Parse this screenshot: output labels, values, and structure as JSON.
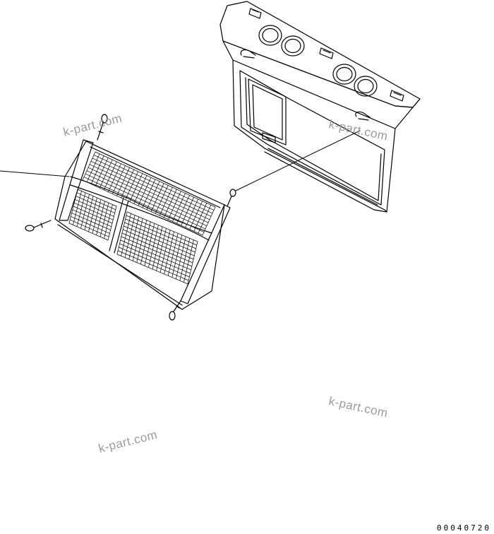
{
  "watermarks": {
    "top_left": "k-part.com",
    "top_right": "k-part.com",
    "middle_right": "k-part.com",
    "bottom_left": "k-part.com"
  },
  "figure_number": "00040720",
  "colors": {
    "line": "#000000",
    "watermark": "#9a9a9a",
    "background": "#ffffff"
  }
}
